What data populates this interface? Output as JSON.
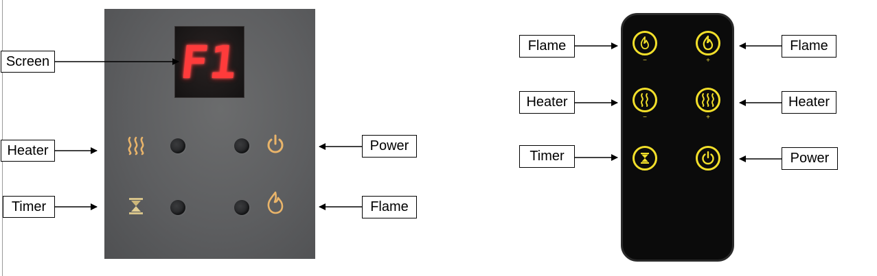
{
  "panel": {
    "display_text": "F1"
  },
  "left_callouts": {
    "screen": "Screen",
    "heater": "Heater",
    "timer": "Timer",
    "power": "Power",
    "flame": "Flame"
  },
  "remote": {
    "minus_sign": "−",
    "plus_sign": "+"
  },
  "right_callouts": {
    "flame_left": "Flame",
    "flame_right": "Flame",
    "heater_left": "Heater",
    "heater_right": "Heater",
    "timer": "Timer",
    "power": "Power"
  },
  "colors": {
    "led_red": "#ff3b3b",
    "icon_amber": "#e9b46a",
    "remote_yellow": "#f2df2a",
    "remote_body": "#0b0b0b"
  },
  "icons": [
    "heater-icon",
    "power-icon",
    "timer-icon",
    "flame-icon"
  ]
}
